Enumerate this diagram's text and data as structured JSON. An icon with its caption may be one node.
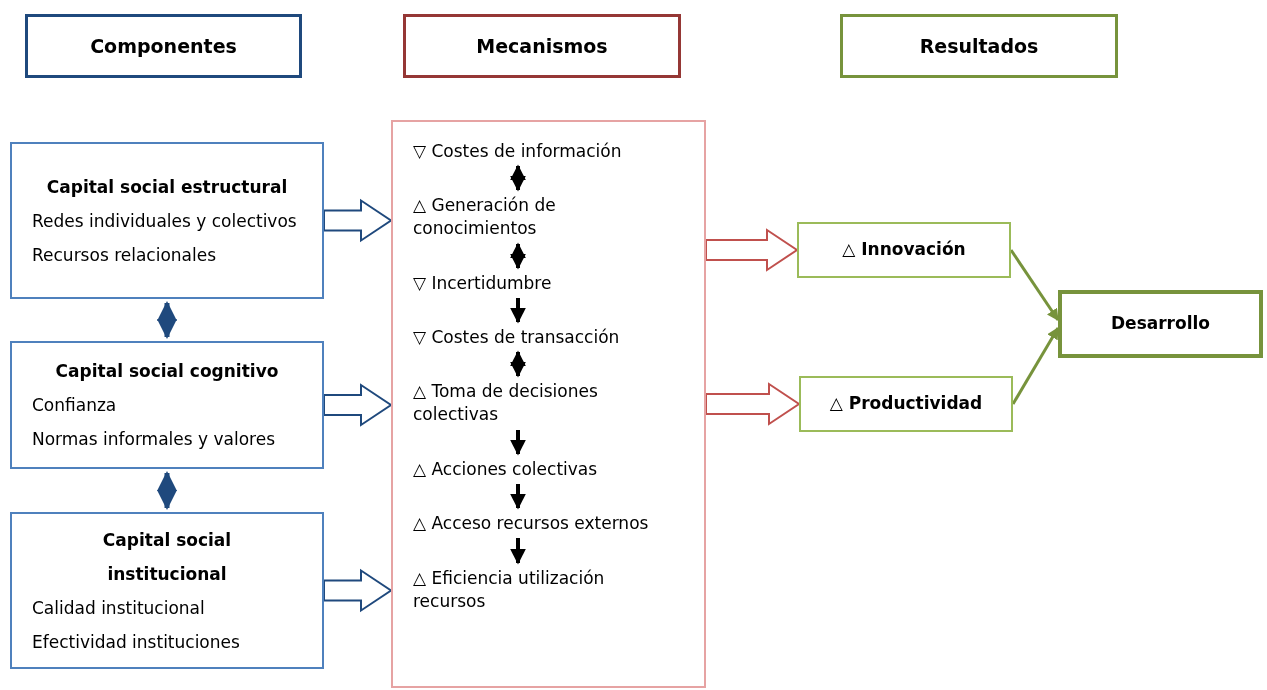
{
  "diagram": {
    "nodes": [
      {
        "text": [
          "Componentes"
        ]
      },
      {
        "text": [
          "Mecanismos"
        ]
      },
      {
        "text": [
          "Resultados"
        ]
      },
      {
        "text": [
          "Capital social estructural",
          "Redes individuales y colectivos",
          "Recursos relacionales"
        ]
      },
      {
        "text": [
          "Capital social cognitivo",
          "Confianza",
          "Normas informales y valores"
        ]
      },
      {
        "text": [
          "Capital social institucional",
          "Calidad institucional",
          "Efectividad instituciones"
        ]
      },
      {
        "text": [],
        "shape": "box"
      },
      {
        "text": [
          "▽ Costes de información"
        ],
        "in": 6
      },
      {
        "text": [
          "△ Generación de conocimientos"
        ],
        "in": 6
      },
      {
        "text": [
          "▽ Incertidumbre"
        ],
        "in": 6
      },
      {
        "text": [
          "▽ Costes de transacción"
        ],
        "in": 6
      },
      {
        "text": [
          "△ Toma de decisiones colectivas"
        ],
        "in": 6
      },
      {
        "text": [
          "△ Acciones colectivas"
        ],
        "in": 6
      },
      {
        "text": [
          "△ Acceso recursos externos"
        ],
        "in": 6
      },
      {
        "text": [
          "△ Eficiencia utilización recursos"
        ],
        "in": 6
      },
      {
        "text": [
          "△ Innovación"
        ]
      },
      {
        "text": [
          "△ Productividad"
        ]
      },
      {
        "text": [
          "Desarrollo"
        ]
      }
    ],
    "edges": [
      {
        "from": 3,
        "to": 6,
        "arrow": "to",
        "style": "thick",
        "color": "#1f497d"
      },
      {
        "from": 4,
        "to": 6,
        "arrow": "to",
        "style": "thick",
        "color": "#1f497d"
      },
      {
        "from": 5,
        "to": 6,
        "arrow": "to",
        "style": "thick",
        "color": "#1f497d"
      },
      {
        "from": 3,
        "to": 4,
        "arrow": "both",
        "color": "#1f497d"
      },
      {
        "from": 4,
        "to": 5,
        "arrow": "both",
        "color": "#1f497d"
      },
      {
        "from": 7,
        "to": 8,
        "arrow": "both"
      },
      {
        "from": 8,
        "to": 9,
        "arrow": "both"
      },
      {
        "from": 9,
        "to": 10,
        "arrow": "to"
      },
      {
        "from": 10,
        "to": 11,
        "arrow": "both"
      },
      {
        "from": 11,
        "to": 12,
        "arrow": "to"
      },
      {
        "from": 12,
        "to": 13,
        "arrow": "to"
      },
      {
        "from": 13,
        "to": 14,
        "arrow": "to"
      },
      {
        "from": 6,
        "to": 15,
        "arrow": "to",
        "style": "thick",
        "color": "#c0504d"
      },
      {
        "from": 6,
        "to": 16,
        "arrow": "to",
        "style": "thick",
        "color": "#c0504d"
      },
      {
        "from": 15,
        "to": 17,
        "arrow": "to",
        "color": "#77933c"
      },
      {
        "from": 16,
        "to": 17,
        "arrow": "to",
        "color": "#77933c"
      }
    ]
  }
}
